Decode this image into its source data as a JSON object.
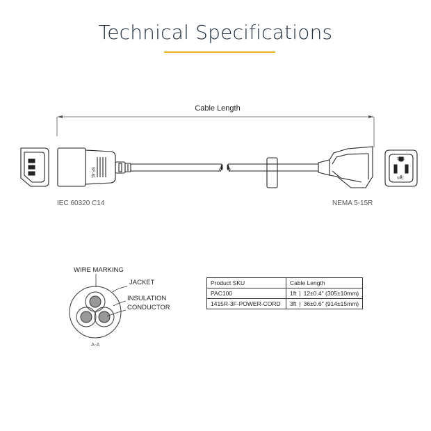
{
  "header": {
    "title": "Technical Specifications",
    "accent_color": "#e8b21c"
  },
  "cable_drawing": {
    "dimension_label": "Cable Length",
    "left_connector_label": "IEC 60320 C14",
    "right_connector_label": "NEMA 5-15R",
    "left_connector_marking": "SF-81",
    "right_connector_marking": "SF-5",
    "right_connector_marking_2": "VFC"
  },
  "cross_section": {
    "labels": {
      "wire_marking": "WIRE MARKING",
      "jacket": "JACKET",
      "insulation": "INSULATION",
      "conductor": "CONDUCTOR"
    },
    "section_label": "A-A"
  },
  "spec_table": {
    "headers": [
      "Product SKU",
      "Cable Length"
    ],
    "rows": [
      {
        "sku": "PAC100",
        "length_ft": "1ft",
        "length_detail": "12±0.4\" (305±10mm)"
      },
      {
        "sku": "1415R-3F-POWER-CORD",
        "length_ft": "3ft",
        "length_detail": "36±0.6\" (914±15mm)"
      }
    ],
    "separator": "|"
  }
}
